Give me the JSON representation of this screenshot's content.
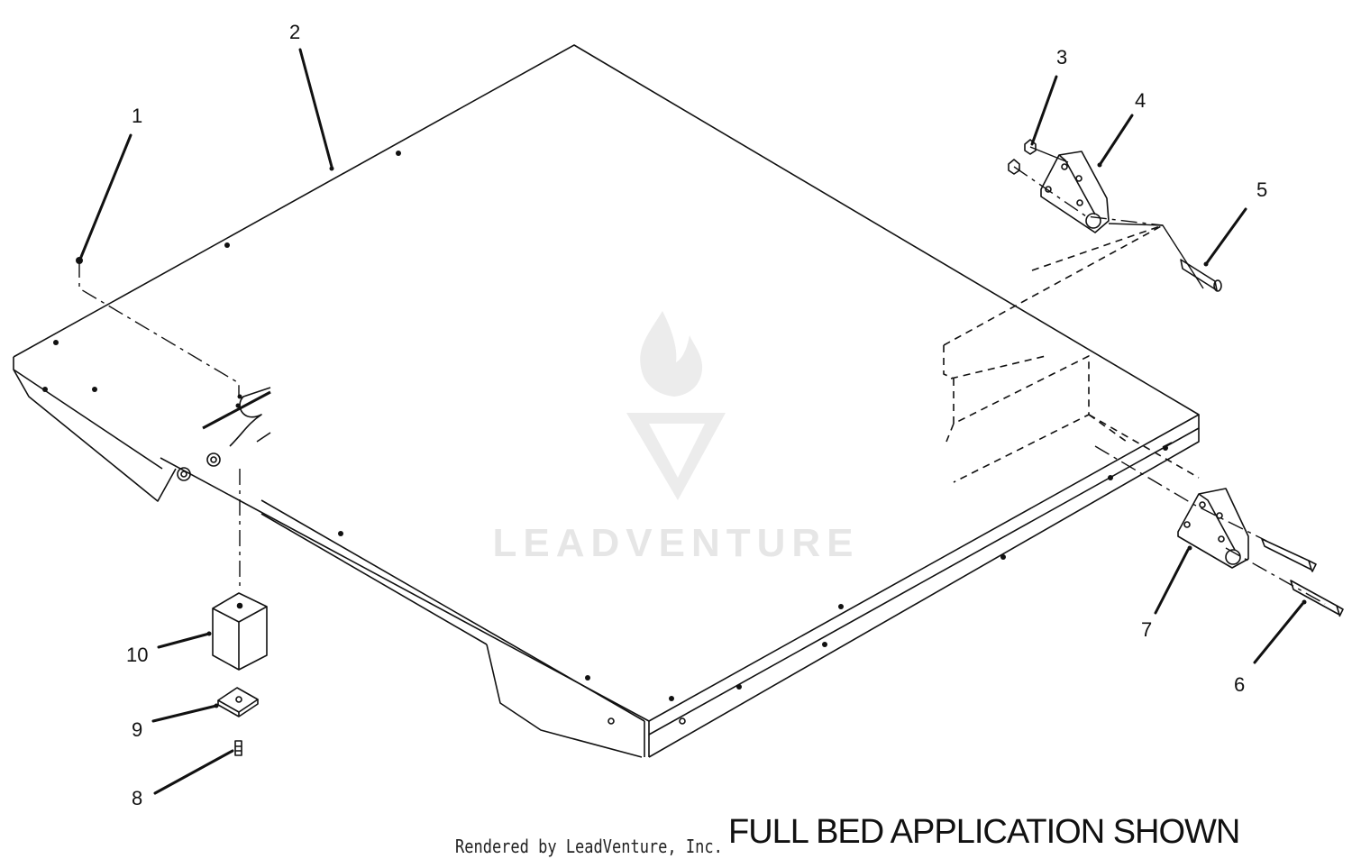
{
  "watermark": {
    "text": "LEADVENTURE"
  },
  "callouts": [
    "1",
    "2",
    "3",
    "4",
    "5",
    "6",
    "7",
    "8",
    "9",
    "10"
  ],
  "caption": "FULL BED APPLICATION SHOWN",
  "credit": "Rendered by LeadVenture, Inc."
}
